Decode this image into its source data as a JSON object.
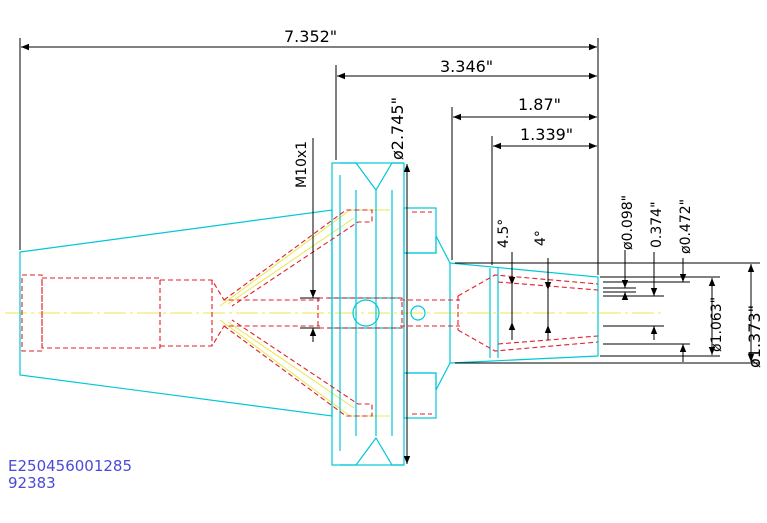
{
  "drawing": {
    "colors": {
      "outline": "#00c8d8",
      "hidden": "#e0202a",
      "centerline": "#e8e84a",
      "dimension": "#000000",
      "code_text": "#4a4ad8"
    },
    "dimensions": {
      "overall_length": "7.352\"",
      "flange_to_end": "3.346\"",
      "collet_length": "1.87\"",
      "bore_depth": "1.339\"",
      "flange_diameter": "ø2.745\"",
      "thread": "M10x1",
      "taper_angle_1": "4.5°",
      "taper_angle_2": "4°",
      "min_bore": "ø0.098\"",
      "bore_step": "0.374\"",
      "max_bore": "ø0.472\"",
      "nose_diameter_inner": "ø1.063\"",
      "nose_diameter_outer": "ø1.373\""
    }
  },
  "part_code": {
    "line1": "E250456001285",
    "line2": "92383"
  }
}
